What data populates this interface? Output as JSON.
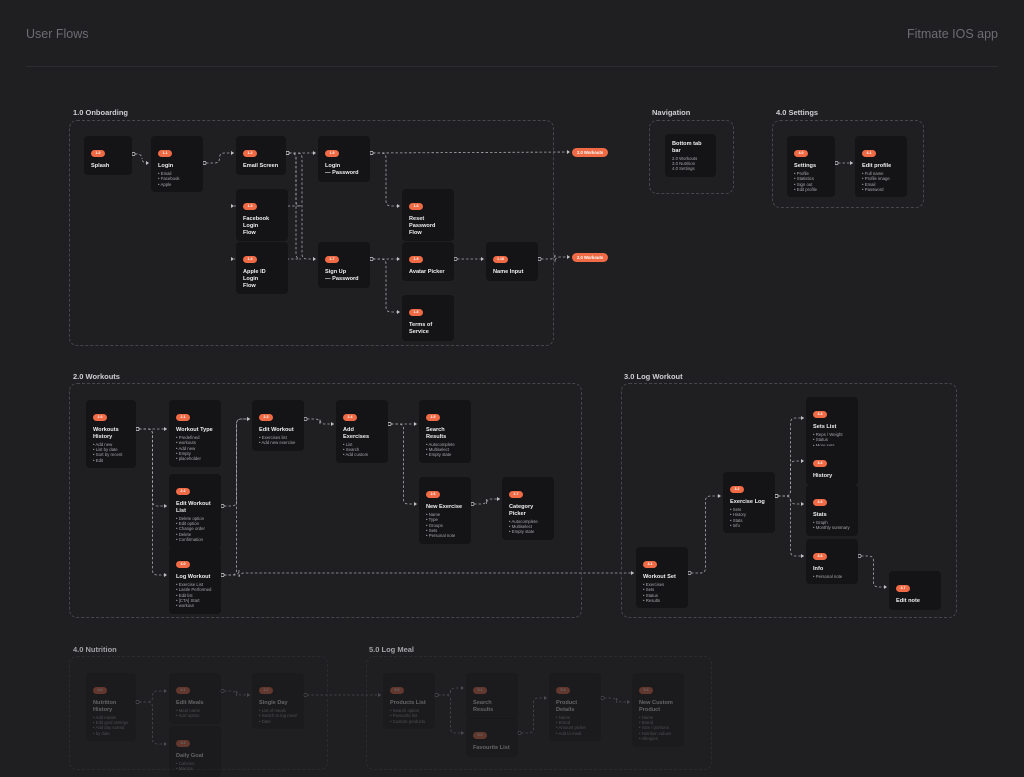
{
  "header": {
    "left": "User Flows",
    "right": "Fitmate IOS app"
  },
  "groups": [
    {
      "key": "g_onb",
      "label": "1.0 Onboarding"
    },
    {
      "key": "g_nav",
      "label": "Navigation"
    },
    {
      "key": "g_set",
      "label": "4.0 Settings"
    },
    {
      "key": "g_wk",
      "label": "2.0 Workouts"
    },
    {
      "key": "g_log",
      "label": "3.0 Log Workout"
    },
    {
      "key": "g_nut",
      "label": "4.0 Nutrition"
    },
    {
      "key": "g_meal",
      "label": "5.0 Log Meal"
    }
  ],
  "pills": [
    {
      "key": "p1",
      "text": "2.0 Workouts"
    },
    {
      "key": "p2",
      "text": "2.0 Workouts"
    }
  ],
  "cards": [
    {
      "key": "splash",
      "badge": "1.0",
      "title": "Splash",
      "items": []
    },
    {
      "key": "login",
      "badge": "1.1",
      "title": "Login",
      "items": [
        "Email",
        "Facebook",
        "Apple"
      ]
    },
    {
      "key": "email",
      "badge": "1.2",
      "title": "Email Screen",
      "items": []
    },
    {
      "key": "loginpw",
      "badge": "1.5",
      "title": "Login\n— Password",
      "items": []
    },
    {
      "key": "fb",
      "badge": "1.3",
      "title": "Facebook Login\nFlow",
      "items": []
    },
    {
      "key": "reset",
      "badge": "1.6",
      "title": "Reset Password\nFlow",
      "items": []
    },
    {
      "key": "apple",
      "badge": "1.4",
      "title": "Apple ID Login\nFlow",
      "items": []
    },
    {
      "key": "signup",
      "badge": "1.7",
      "title": "Sign Up\n— Password",
      "items": []
    },
    {
      "key": "avatar",
      "badge": "1.9",
      "title": "Avatar Picker",
      "items": []
    },
    {
      "key": "name",
      "badge": "1.10",
      "title": "Name Input",
      "items": []
    },
    {
      "key": "terms",
      "badge": "1.8",
      "title": "Terms of Service",
      "items": []
    },
    {
      "key": "nav",
      "badge": "",
      "title": "Bottom tab bar",
      "items": [
        "2.0 Workouts",
        "3.0 Nutrition",
        "4.0 Settings"
      ],
      "plain": true
    },
    {
      "key": "settings",
      "badge": "4.0",
      "title": "Settings",
      "items": [
        "Profile",
        "Statistics",
        "Sign out",
        "Edit profile"
      ]
    },
    {
      "key": "editprof",
      "badge": "4.1",
      "title": "Edit profile",
      "items": [
        "Full name",
        "Profile image",
        "Email",
        "Password"
      ]
    },
    {
      "key": "wkhist",
      "badge": "2.0",
      "title": "Workouts\nHistory",
      "items": [
        "Add new",
        "List by date",
        "Sort by recent",
        "Edit"
      ]
    },
    {
      "key": "wktype",
      "badge": "2.1",
      "title": "Workout Type",
      "items": [
        "Predefined",
        "workouts",
        "Add new",
        "Empty",
        "placeholder"
      ]
    },
    {
      "key": "editwk",
      "badge": "2.3",
      "title": "Edit Workout",
      "items": [
        "Exercises list",
        "Add new exercise"
      ]
    },
    {
      "key": "addex",
      "badge": "2.4",
      "title": "Add Exercises",
      "items": [
        "List",
        "Search",
        "Add custom"
      ]
    },
    {
      "key": "search",
      "badge": "2.5",
      "title": "Search Results",
      "items": [
        "Autocomplete",
        "Multiselect",
        "Empty state"
      ]
    },
    {
      "key": "editlist",
      "badge": "2.2",
      "title": "Edit Workout\nList",
      "items": [
        "Delete option",
        "Edit option",
        "Change order",
        "Delete",
        "Confirmation"
      ]
    },
    {
      "key": "newex",
      "badge": "2.6",
      "title": "New Exercise",
      "items": [
        "Name",
        "Type",
        "Groups",
        "Sets",
        "Personal note"
      ]
    },
    {
      "key": "catpick",
      "badge": "2.7",
      "title": "Category Picker",
      "items": [
        "Autocomplete",
        "Multiselect",
        "Empty state"
      ]
    },
    {
      "key": "logwk",
      "badge": "3.0",
      "title": "Log Workout",
      "items": [
        "Exercise List",
        "Lastle Performed",
        "Edit list",
        "[CTA] Start",
        "workout"
      ]
    },
    {
      "key": "wkset",
      "badge": "3.1",
      "title": "Workout Set",
      "items": [
        "Exercises",
        "Sets",
        "Status",
        "Results"
      ]
    },
    {
      "key": "exlog",
      "badge": "3.2",
      "title": "Exercise Log",
      "items": [
        "Sets",
        "History",
        "Stats",
        "Info"
      ]
    },
    {
      "key": "setslist",
      "badge": "3.3",
      "title": "Sets List",
      "items": [
        "Reps / Weight",
        "Status",
        "More sets"
      ]
    },
    {
      "key": "history",
      "badge": "3.4",
      "title": "History",
      "items": []
    },
    {
      "key": "stats",
      "badge": "3.5",
      "title": "Stats",
      "items": [
        "Graph",
        "Monthly summary"
      ]
    },
    {
      "key": "info",
      "badge": "3.6",
      "title": "Info",
      "items": [
        "Personal note"
      ]
    },
    {
      "key": "editnote",
      "badge": "3.7",
      "title": "Edit note",
      "items": []
    },
    {
      "key": "nuthist",
      "badge": "4.0",
      "title": "Nutrition\nHistory",
      "items": [
        "Add meals",
        "Edit goal settings",
        "Add day sorted",
        "by date"
      ]
    },
    {
      "key": "editmeals",
      "badge": "4.1",
      "title": "Edit Meals",
      "items": [
        "Meal name",
        "Sort option"
      ]
    },
    {
      "key": "singleday",
      "badge": "4.2",
      "title": "Single Day",
      "items": [
        "List of meals",
        "Switch to log meal",
        "Date"
      ]
    },
    {
      "key": "daily",
      "badge": "4.3",
      "title": "Daily Goal",
      "items": [
        "Calories",
        "Macros"
      ]
    },
    {
      "key": "prodlist",
      "badge": "5.0",
      "title": "Products List",
      "items": [
        "Search option",
        "Favourite list",
        "Custom products"
      ]
    },
    {
      "key": "msearch",
      "badge": "5.1",
      "title": "Search Results",
      "items": []
    },
    {
      "key": "favlist",
      "badge": "5.2",
      "title": "Favourite List",
      "items": []
    },
    {
      "key": "proddet",
      "badge": "5.3",
      "title": "Product Details",
      "items": [
        "Name",
        "Brand",
        "Amount picker",
        "Add to meal"
      ]
    },
    {
      "key": "newprod",
      "badge": "5.4",
      "title": "New Custom\nProduct",
      "items": [
        "Name",
        "Brand",
        "Size / portions",
        "Nutrition values",
        "Allergies"
      ]
    }
  ]
}
